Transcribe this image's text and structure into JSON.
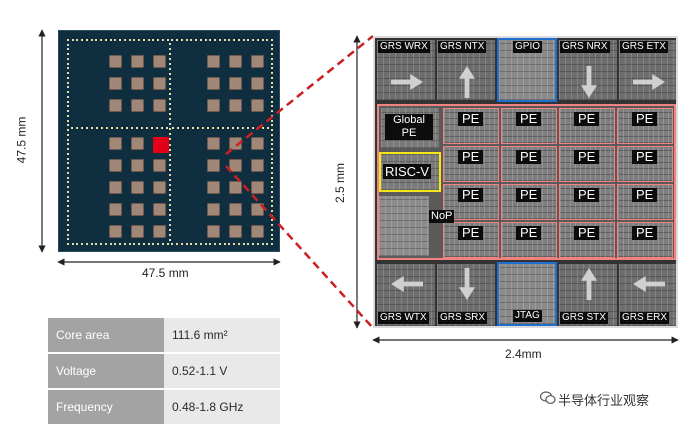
{
  "package": {
    "height_label": "47.5 mm",
    "width_label": "47.5 mm"
  },
  "specs": [
    {
      "name": "Core area",
      "value": "111.6 mm²"
    },
    {
      "name": "Voltage",
      "value": "0.52-1.1 V"
    },
    {
      "name": "Frequency",
      "value": "0.48-1.8 GHz"
    }
  ],
  "die": {
    "height_label": "2.5 mm",
    "width_label": "2.4mm",
    "top_blocks": [
      "GRS WRX",
      "GRS NTX",
      "GPIO",
      "GRS NRX",
      "GRS ETX"
    ],
    "bottom_blocks": [
      "GRS WTX",
      "GRS SRX",
      "JTAG",
      "GRS STX",
      "GRS ERX"
    ],
    "global_pe": "Global PE",
    "riscv": "RISC-V",
    "nop": "NoP",
    "pe_label": "PE"
  },
  "colors": {
    "callout_red": "#cc1f1f",
    "accent_blue": "#1f6fd1",
    "riscv_yellow": "#f4e619",
    "pe_border": "#f08282"
  },
  "watermark": {
    "text": "半导体行业观察",
    "icon": "wechat-icon"
  }
}
